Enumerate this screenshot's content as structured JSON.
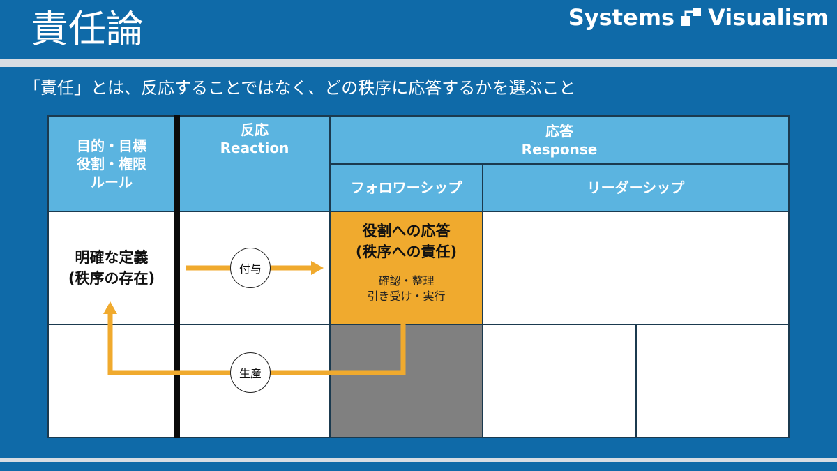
{
  "header": {
    "title": "責任論",
    "brand": "Systems",
    "brand2": "Visualism"
  },
  "subtitle": "「責任」とは、反応することではなく、どの秩序に応答するかを選ぶこと",
  "table": {
    "col1_header": [
      "目的・目標",
      "役割・権限",
      "ルール"
    ],
    "reaction_header": [
      "反応",
      "Reaction"
    ],
    "response_header": [
      "応答",
      "Response"
    ],
    "followership": "フォロワーシップ",
    "leadership": "リーダーシップ",
    "definition": [
      "明確な定義",
      "(秩序の存在)"
    ],
    "role_response": [
      "役割への応答",
      "(秩序への責任)"
    ],
    "role_actions": [
      "確認・整理",
      "引き受け・実行"
    ]
  },
  "arrows": {
    "grant_label": "付与",
    "produce_label": "生産"
  },
  "colors": {
    "background": "#0f6aa8",
    "header_cell": "#5bb4e0",
    "highlight": "#f0aa2e",
    "arrow": "#f0aa2e",
    "dark_cell": "#808080"
  }
}
